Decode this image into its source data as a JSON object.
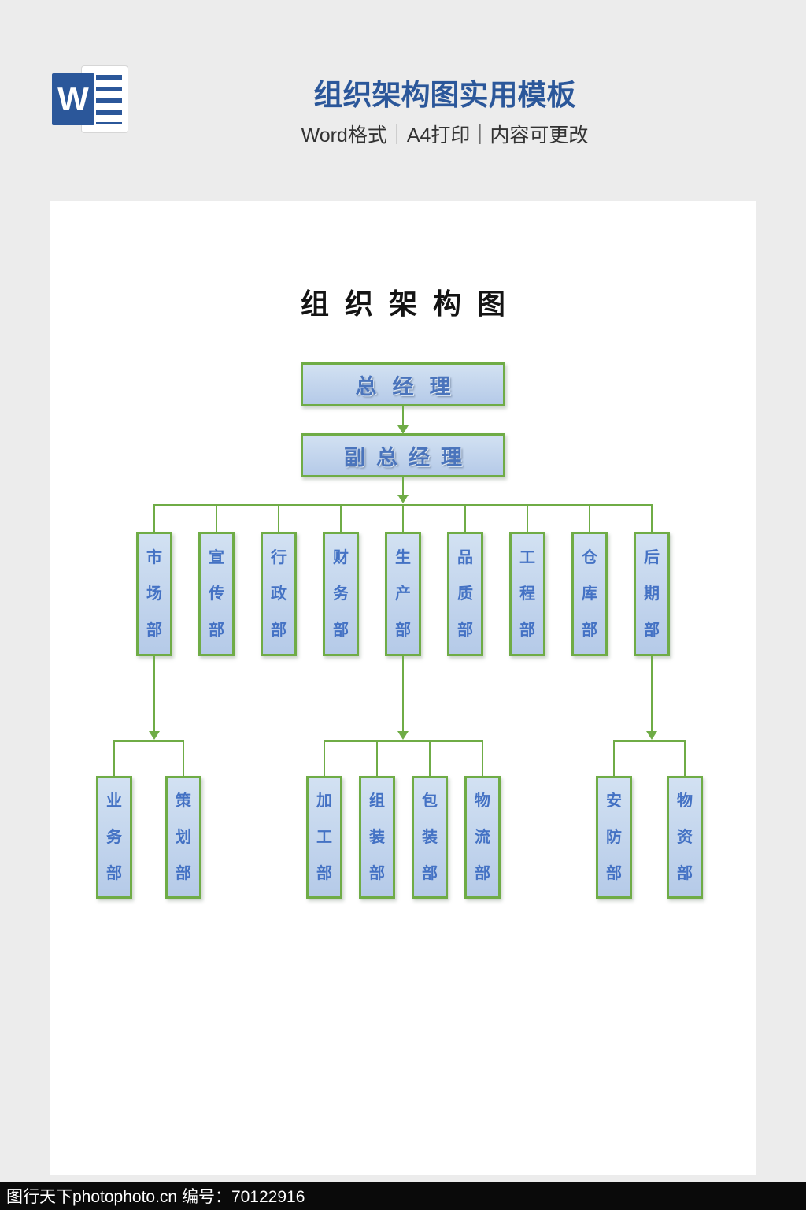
{
  "header": {
    "title": "组织架构图实用模板",
    "subtitle": "Word格式｜A4打印｜内容可更改",
    "word_letter": "W",
    "brand_color": "#2b579a"
  },
  "document": {
    "title": "组织架构图",
    "chart": {
      "type": "org-chart",
      "root": "总经理",
      "deputy": "副总经理",
      "departments": [
        "市场部",
        "宣传部",
        "行政部",
        "财务部",
        "生产部",
        "品质部",
        "工程部",
        "仓库部",
        "后期部"
      ],
      "sub_groups": [
        {
          "parent": "市场部",
          "children": [
            "业务部",
            "策划部"
          ]
        },
        {
          "parent": "生产部",
          "children": [
            "加工部",
            "组装部",
            "包装部",
            "物流部"
          ]
        },
        {
          "parent": "后期部",
          "children": [
            "安防部",
            "物资部"
          ]
        }
      ],
      "box_fill": "#b5cae8",
      "box_border": "#6fac46",
      "line_color": "#6fac46",
      "text_color": "#4472c4"
    }
  },
  "footer": {
    "text": "图行天下photophoto.cn 编号：70122916"
  }
}
